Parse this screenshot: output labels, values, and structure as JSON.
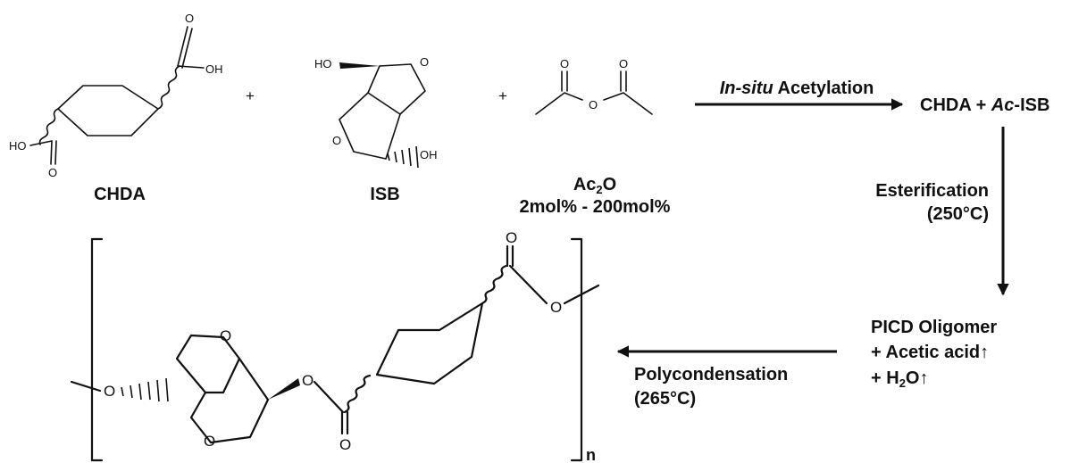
{
  "reactants": {
    "chda": {
      "name": "CHDA",
      "atoms": {
        "oh_top": "OH",
        "o_top": "O",
        "ho_left": "HO",
        "o_bottom": "O"
      }
    },
    "plus_1": "+",
    "isb": {
      "name": "ISB",
      "atoms": {
        "ho": "HO",
        "o_top": "O",
        "o_bottom": "O",
        "oh": "OH"
      }
    },
    "plus_2": "+",
    "ac2o": {
      "name_main": "Ac",
      "name_sub": "2",
      "name_tail": "O",
      "range": "2mol% - 200mol%",
      "atoms": {
        "o_left": "O",
        "o_right": "O",
        "o_bridge": "O"
      }
    }
  },
  "steps": {
    "acetylation": {
      "italic": "In-situ",
      "rest": " Acetylation"
    },
    "esterification": {
      "label": "Esterification",
      "condition": "(250°C)"
    },
    "polycondensation": {
      "label": "Polycondensation",
      "condition": "(265°C)"
    }
  },
  "intermediates": {
    "after_acetylation": {
      "prefix": "CHDA + ",
      "italic": "Ac",
      "suffix": "-ISB"
    },
    "oligomer": {
      "line1": "PICD Oligomer",
      "line2": "+ Acetic acid↑",
      "line3_pre": "+ H",
      "line3_sub": "2",
      "line3_post": "O↑"
    }
  },
  "product": {
    "repeat_index": "n",
    "atoms": {
      "o_ring_top": "O",
      "o_ring_bottom": "O",
      "o_left_link": "O",
      "o_ester": "O",
      "o_carbonyl_bottom": "O",
      "o_carbonyl_top": "O",
      "o_right_link": "O"
    }
  }
}
